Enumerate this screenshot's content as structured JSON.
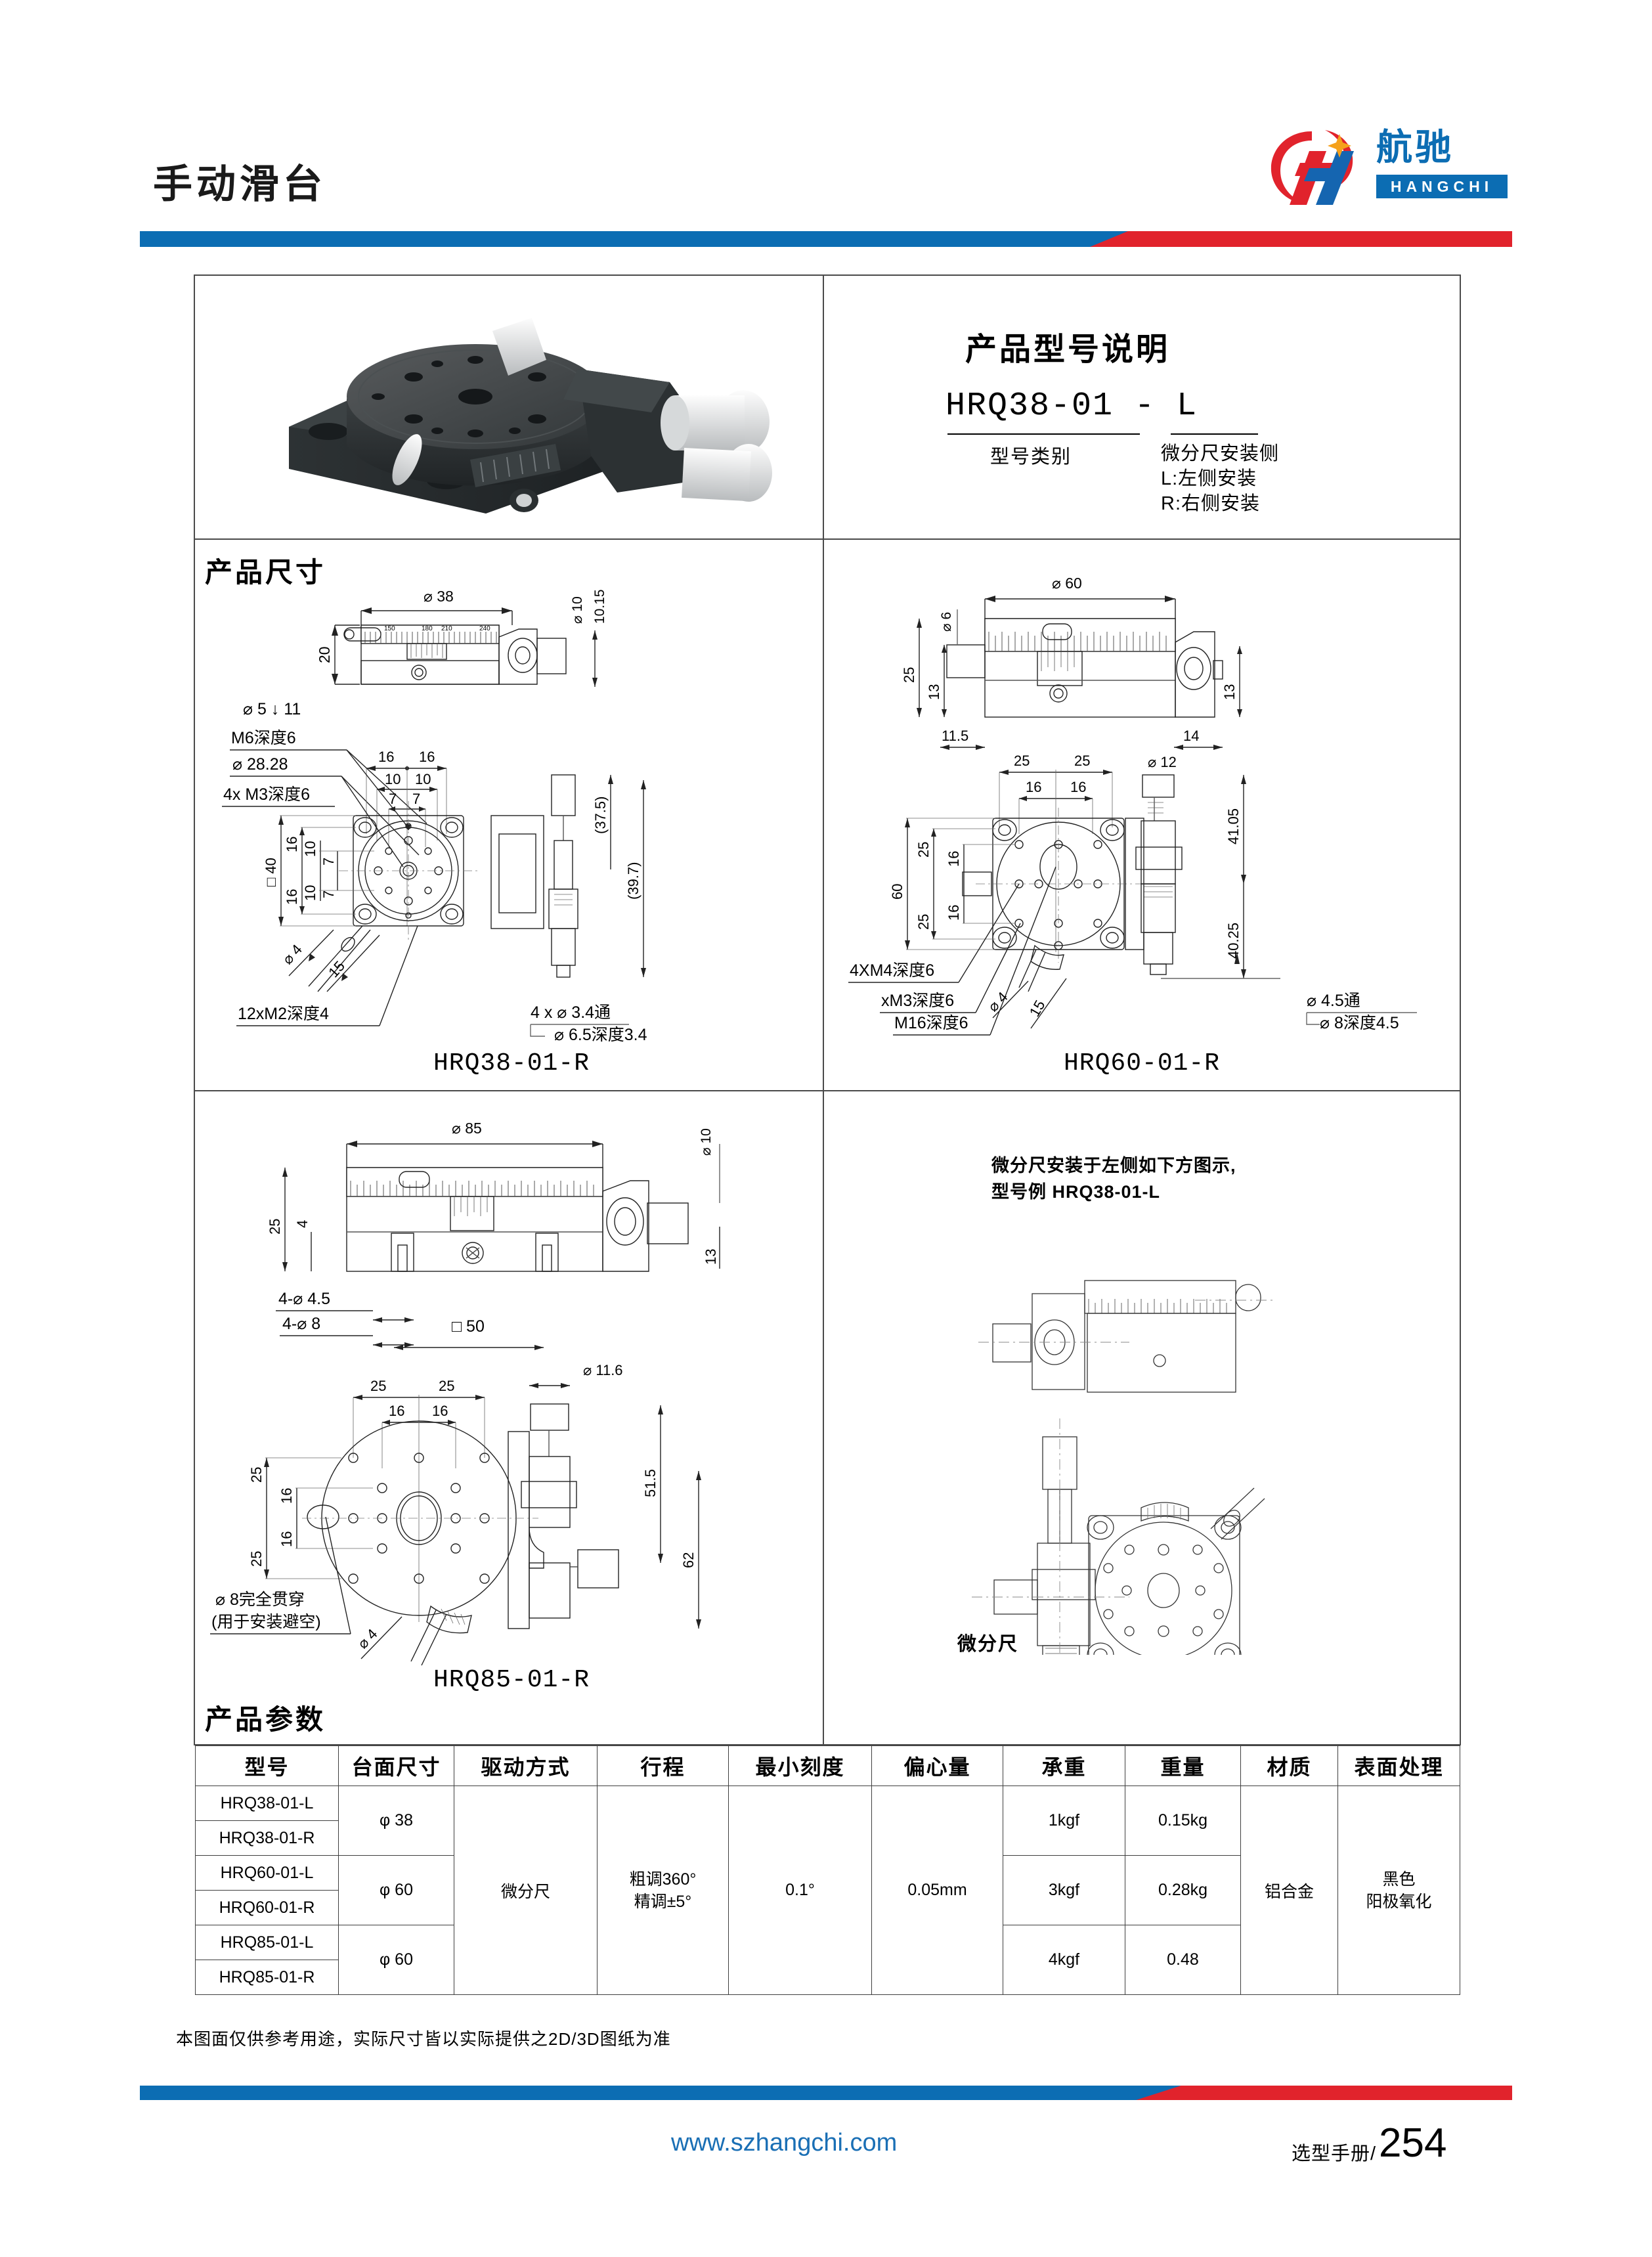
{
  "header": {
    "title": "手动滑台",
    "brand_cn": "航驰",
    "brand_en": "HANGCHI",
    "accent_blue": "#0c6db3",
    "accent_red": "#e1232c"
  },
  "model_explanation": {
    "title": "产品型号说明",
    "code": "HRQ38-01 - L",
    "label_left": "型号类别",
    "label_right": "微分尺安装侧\nL:左侧安装\nR:右侧安装",
    "label_right_line1": "微分尺安装侧",
    "label_right_line2": "L:左侧安装",
    "label_right_line3": "R:右侧安装"
  },
  "sections": {
    "dimensions_title": "产品尺寸",
    "parameters_title": "产品参数"
  },
  "drawings": {
    "hrq38": {
      "caption": "HRQ38-01-R",
      "dims": {
        "dia38": "⌀ 38",
        "h20": "20",
        "dia10": "⌀ 10",
        "v1015": "10.15",
        "dia5_depth11": "⌀ 5 ↓ 11",
        "m6_depth6": "M6深度6",
        "dia2828": "⌀ 28.28",
        "m3x4": "4x M3深度6",
        "sq40": "□ 40",
        "g16": "16",
        "g10": "10",
        "g7": "7",
        "v375": "(37.5)",
        "v397": "(39.7)",
        "dia4": "⌀ 4",
        "d15": "15",
        "m2x12": "12xM2深度4",
        "thru34": "4 x ⌀ 3.4通",
        "cb65": "⌀ 6.5深度3.4"
      }
    },
    "hrq60": {
      "caption": "HRQ60-01-R",
      "dims": {
        "dia60": "⌀ 60",
        "dia6": "⌀ 6",
        "h25": "25",
        "h13": "13",
        "d115": "11.5",
        "d14": "14",
        "r13": "13",
        "g25": "25",
        "g16": "16",
        "dia12": "⌀ 12",
        "v4105": "41.05",
        "v4025": "40.25",
        "h60": "60",
        "m4x4": "4XM4深度6",
        "m3x": "xM3深度6",
        "m16": "M16深度6",
        "dia4": "⌀ 4",
        "d15": "15",
        "thru45": "⌀ 4.5通",
        "cb8": "⌀ 8深度4.5"
      }
    },
    "hrq85": {
      "caption": "HRQ85-01-R",
      "dims": {
        "dia85": "⌀ 85",
        "h25": "25",
        "h4": "4",
        "dia10": "⌀ 10",
        "r13": "13",
        "c45": "4-⌀ 4.5",
        "c8": "4-⌀ 8",
        "sq50": "□ 50",
        "dia116": "⌀ 11.6",
        "g25": "25",
        "g16": "16",
        "v515": "51.5",
        "v62": "62",
        "thru8": "⌀ 8完全贯穿",
        "thru8_sub": "(用于安装避空)",
        "dia4": "⌀ 4"
      }
    },
    "left_side_note": {
      "line1": "微分尺安装于左侧如下方图示,",
      "line2": "型号例 HRQ38-01-L",
      "callout": "微分尺"
    }
  },
  "table": {
    "headers": [
      "型号",
      "台面尺寸",
      "驱动方式",
      "行程",
      "最小刻度",
      "偏心量",
      "承重",
      "重量",
      "材质",
      "表面处理"
    ],
    "rows": [
      {
        "model": "HRQ38-01-L"
      },
      {
        "model": "HRQ38-01-R"
      },
      {
        "model": "HRQ60-01-L"
      },
      {
        "model": "HRQ60-01-R"
      },
      {
        "model": "HRQ85-01-L"
      },
      {
        "model": "HRQ85-01-R"
      }
    ],
    "groups": {
      "stage_size": [
        "φ 38",
        "φ 60",
        "φ 60"
      ],
      "drive": "微分尺",
      "travel_line1": "粗调360°",
      "travel_line2": "精调±5°",
      "min_scale": "0.1°",
      "eccentric": "0.05mm",
      "load": [
        "1kgf",
        "3kgf",
        "4kgf"
      ],
      "weight": [
        "0.15kg",
        "0.28kg",
        "0.48"
      ],
      "material": "铝合金",
      "surface_line1": "黑色",
      "surface_line2": "阳极氧化"
    }
  },
  "footer": {
    "disclaimer": "本图面仅供参考用途，实际尺寸皆以实际提供之2D/3D图纸为准",
    "url": "www.szhangchi.com",
    "manual_label": "选型手册/",
    "page_number": "254"
  }
}
